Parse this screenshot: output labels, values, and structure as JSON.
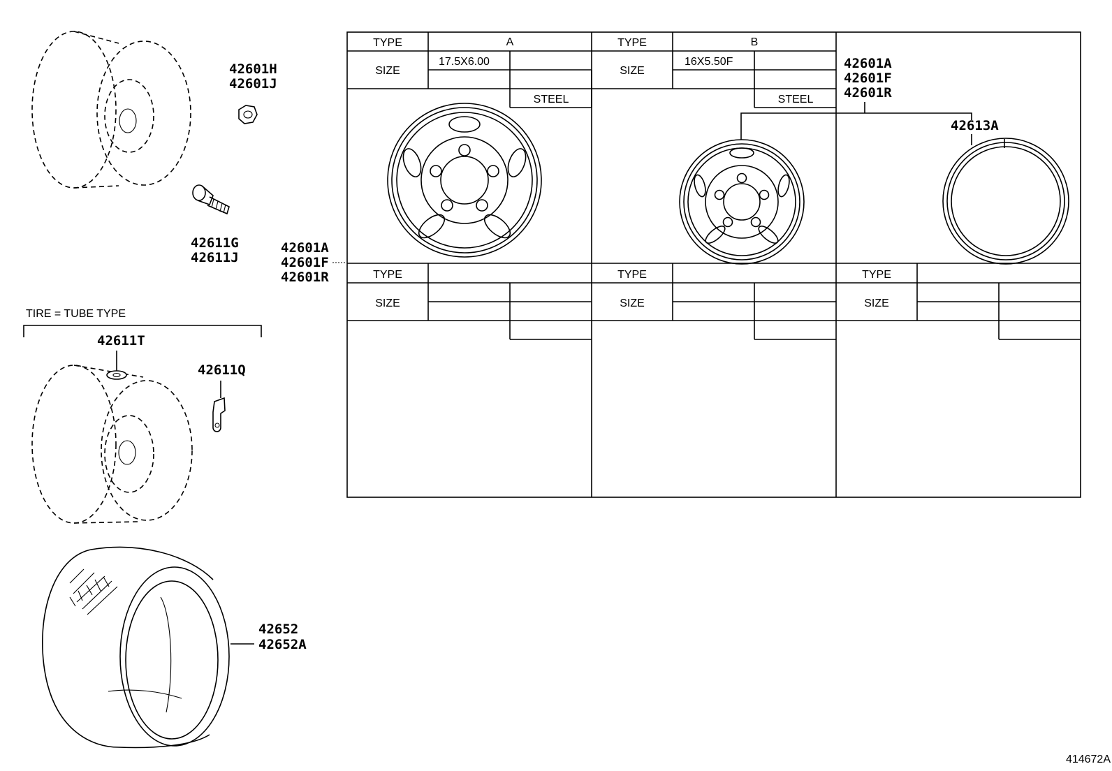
{
  "part_labels": {
    "nut": [
      "42601H",
      "42601J"
    ],
    "valve": [
      "42611G",
      "42611J"
    ],
    "wheel_left_ref": [
      "42601A",
      "42601F",
      "42601R"
    ],
    "wheel_b_ref": [
      "42601A",
      "42601F",
      "42601R"
    ],
    "rim_ring": "42613A",
    "tube_valve": "42611T",
    "valve_clip": "42611Q",
    "tire": [
      "42652",
      "42652A"
    ]
  },
  "tube_type_note": "TIRE = TUBE TYPE",
  "table": {
    "type_label": "TYPE",
    "size_label": "SIZE",
    "type_a": {
      "code": "A",
      "size": "17.5X6.00",
      "material": "STEEL"
    },
    "type_b": {
      "code": "B",
      "size": "16X5.50F",
      "material": "STEEL"
    }
  },
  "diagram_id": "414672A"
}
